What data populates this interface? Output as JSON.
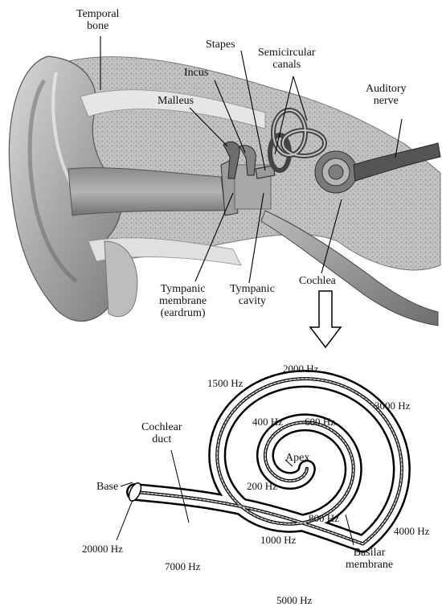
{
  "ear": {
    "labels": {
      "temporal_bone": [
        "Temporal",
        "bone"
      ],
      "stapes": "Stapes",
      "semicircular_canals": [
        "Semicircular",
        "canals"
      ],
      "incus": "Incus",
      "malleus": "Malleus",
      "auditory_nerve": [
        "Auditory",
        "nerve"
      ],
      "tympanic_membrane": [
        "Tympanic",
        "membrane",
        "(eardrum)"
      ],
      "tympanic_cavity": [
        "Tympanic",
        "cavity"
      ],
      "cochlea": "Cochlea"
    }
  },
  "cochlea_diagram": {
    "labels": {
      "cochlear_duct": [
        "Cochlear",
        "duct"
      ],
      "base": "Base",
      "apex": "Apex",
      "basilar_membrane": [
        "Basilar",
        "membrane"
      ]
    },
    "frequencies": {
      "f2000": "2000 Hz",
      "f1500": "1500 Hz",
      "f3000": "3000 Hz",
      "f400": "400 Hz",
      "f600": "600 Hz",
      "f200": "200 Hz",
      "f800": "800 Hz",
      "f1000": "1000 Hz",
      "f4000": "4000 Hz",
      "f20000": "20000 Hz",
      "f7000": "7000 Hz",
      "f5000": "5000 Hz"
    }
  }
}
